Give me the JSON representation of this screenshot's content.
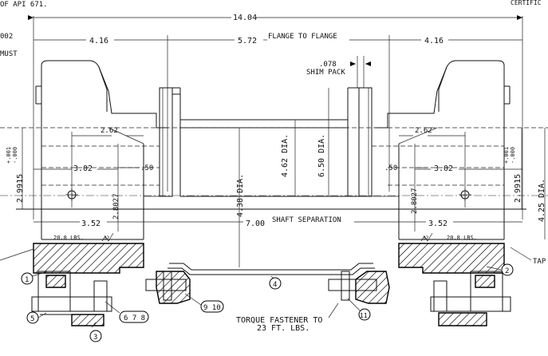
{
  "header": {
    "top_left_note": "OF API 671.",
    "top_right_note": "CERTIFIC",
    "left_note_1": "002",
    "left_note_2": "MUST"
  },
  "dimensions": {
    "overall_length": "14.04",
    "hub_left": "4.16",
    "hub_right": "4.16",
    "flange_to_flange_value": "5.72",
    "flange_to_flange_label": "FLANGE TO FLANGE",
    "shim_value": ".078",
    "shim_label": "SHIM PACK",
    "left_bore_depth": "2.62",
    "right_bore_depth": "2.62",
    "left_hub_inner": "3.02",
    "right_hub_inner": "3.02",
    "left_gap": ".50",
    "right_gap": ".50",
    "left_bore": "2.8027",
    "right_bore": "2.8027",
    "left_hub_total": "3.52",
    "right_hub_total": "3.52",
    "shaft_separation_value": "7.00",
    "shaft_separation_label": "SHAFT SEPARATION",
    "tube_dia": "4.38 DIA.",
    "flange_dia_1": "4.62 DIA.",
    "flange_dia_2": "6.50 DIA.",
    "left_shaft_dia": "2.9915",
    "left_tol_plus": "+.001",
    "left_tol_minus": "-.000",
    "right_shaft_dia": "2.9915",
    "right_tol_plus": "+.001",
    "right_tol_minus": "-.000",
    "right_outer_dia": "4.25 DIA.",
    "left_weight": "20.8 LBS.",
    "right_weight": "20.8 LBS.",
    "left_finish": "32",
    "right_finish": "32",
    "right_edge_label": "TAP"
  },
  "callouts": {
    "c1": "1",
    "c2": "2",
    "c3": "3",
    "c4": "4",
    "c5": "5",
    "c678": "6 7 8",
    "c910": "9 10",
    "c11": "11"
  },
  "notes": {
    "torque_line_1": "TORQUE FASTENER TO",
    "torque_line_2": "23 FT. LBS."
  }
}
